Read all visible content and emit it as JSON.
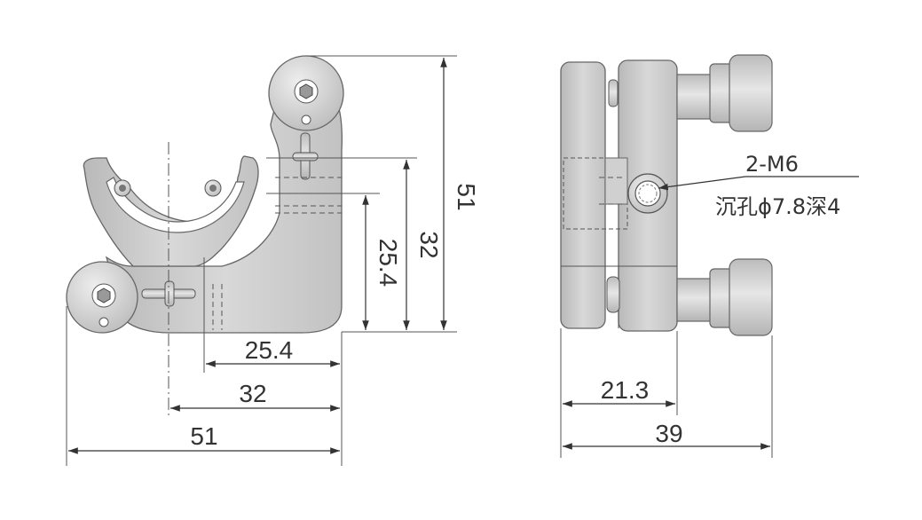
{
  "front_view": {
    "dims": {
      "h_25_4": "25.4",
      "h_32": "32",
      "h_51": "51",
      "v_25_4": "25.4",
      "v_32": "32",
      "v_51": "51"
    }
  },
  "side_view": {
    "dims": {
      "h_21_3": "21.3",
      "h_39": "39"
    },
    "callout": {
      "line1": "2-M6",
      "line2": "沉孔ϕ7.8深4"
    }
  },
  "colors": {
    "body_fill": "#c9c9c9",
    "knob_fill": "#d6d6d6",
    "line": "#333333"
  }
}
